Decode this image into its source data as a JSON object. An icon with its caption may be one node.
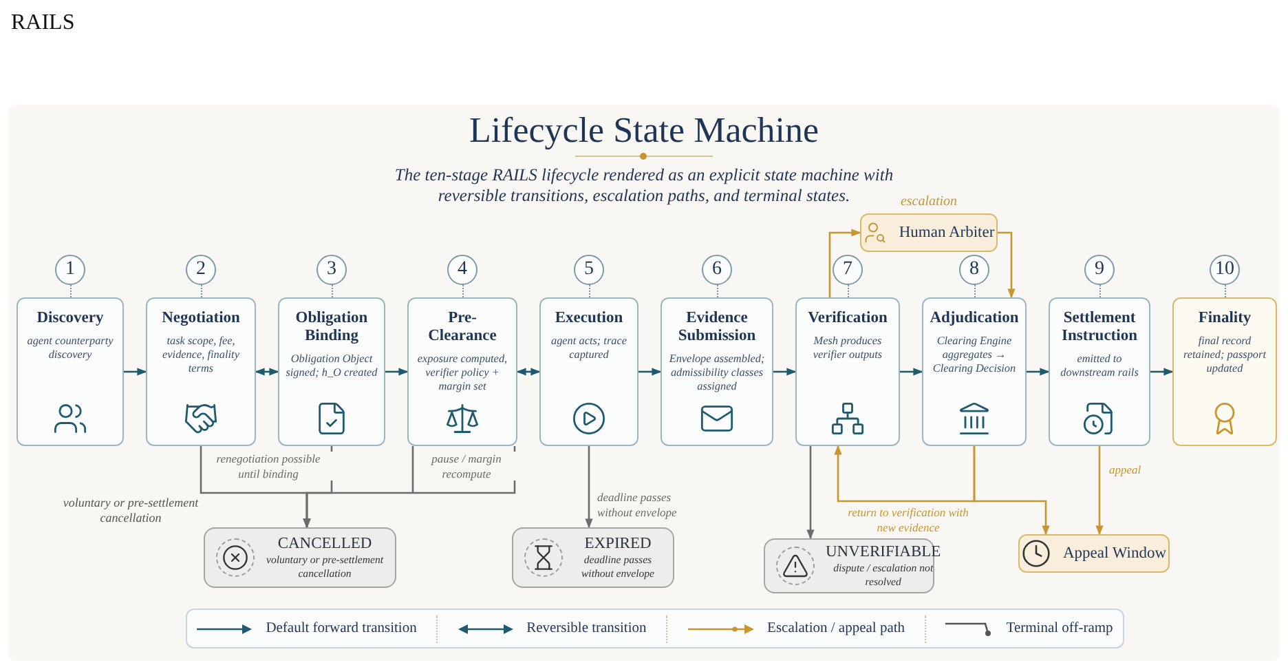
{
  "diagram": {
    "title": "Lifecycle State Machine",
    "nodes": [
      {
        "text": [
          "Discovery",
          "agent counterparty discovery"
        ],
        "beside": [
          "1"
        ]
      },
      {
        "text": [
          "Negotiation",
          "task scope, fee, evidence, finality terms"
        ],
        "beside": [
          "2"
        ]
      },
      {
        "text": [
          "Obligation Binding",
          "Obligation Object signed; h_O created"
        ],
        "beside": [
          "3"
        ]
      },
      {
        "text": [
          "Pre-Clearance",
          "exposure computed, verifier policy + margin set"
        ],
        "beside": [
          "4"
        ]
      },
      {
        "text": [
          "Execution",
          "agent acts; trace captured"
        ],
        "beside": [
          "5"
        ]
      },
      {
        "text": [
          "Evidence Submission",
          "Envelope assembled; admissibility classes assigned"
        ],
        "beside": [
          "6"
        ]
      },
      {
        "text": [
          "Verification",
          "Mesh produces verifier outputs"
        ],
        "beside": [
          "7"
        ]
      },
      {
        "text": [
          "Adjudication",
          "Clearing Engine aggregates → Clearing Decision"
        ],
        "beside": [
          "8"
        ]
      },
      {
        "text": [
          "Settlement Instruction",
          "emitted to downstream rails"
        ],
        "beside": [
          "9"
        ]
      },
      {
        "text": [
          "Finality",
          "final record retained; passport updated"
        ],
        "beside": [
          "10"
        ]
      },
      {
        "text": [
          "Human Arbiter"
        ],
        "beside": [
          "escalation"
        ]
      },
      {
        "text": [
          "CANCELLED",
          "voluntary or pre-settlement cancellation"
        ]
      },
      {
        "text": [
          "EXPIRED",
          "deadline passes without envelope"
        ]
      },
      {
        "text": [
          "UNVERIFIABLE",
          "dispute / escalation not resolved"
        ]
      },
      {
        "text": [
          "Appeal Window"
        ]
      }
    ],
    "edges": [
      {
        "from": 0,
        "to": 1,
        "arrow": "to"
      },
      {
        "from": 1,
        "to": 2,
        "arrow": "both"
      },
      {
        "from": 2,
        "to": 3,
        "arrow": "to"
      },
      {
        "from": 3,
        "to": 4,
        "arrow": "both"
      },
      {
        "from": 4,
        "to": 5,
        "arrow": "to"
      },
      {
        "from": 5,
        "to": 6,
        "arrow": "to"
      },
      {
        "from": 6,
        "to": 7,
        "arrow": "to"
      },
      {
        "from": 7,
        "to": 8,
        "arrow": "to"
      },
      {
        "from": 8,
        "to": 9,
        "arrow": "to"
      },
      {
        "from": 6,
        "to": 10,
        "arrow": "to",
        "color": "#c8962e"
      },
      {
        "from": 10,
        "to": 7,
        "arrow": "to",
        "color": "#c8962e"
      },
      {
        "from": 1,
        "to": 11,
        "arrow": "to",
        "color": "#6b6b6b",
        "label": "renegotiation possible until binding"
      },
      {
        "from": 2,
        "to": 11,
        "arrow": "to",
        "color": "#6b6b6b"
      },
      {
        "from": 3,
        "to": 11,
        "arrow": "to",
        "color": "#6b6b6b",
        "label": "pause / margin recompute"
      },
      {
        "from": 4,
        "to": 12,
        "arrow": "to",
        "color": "#6b6b6b",
        "label": "deadline passes without envelope"
      },
      {
        "from": 6,
        "to": 13,
        "arrow": "to",
        "color": "#6b6b6b"
      },
      {
        "from": 7,
        "to": 6,
        "arrow": "to",
        "color": "#c8962e",
        "label": "return to verification with new evidence"
      },
      {
        "from": 7,
        "to": 14,
        "arrow": "to",
        "color": "#c8962e"
      },
      {
        "from": 8,
        "to": 14,
        "arrow": "to",
        "color": "#c8962e",
        "label": "appeal"
      }
    ],
    "labels": [
      "RAILS",
      "The ten-stage RAILS lifecycle rendered as an explicit state machine with reversible transitions, escalation paths, and terminal states.",
      "voluntary or pre-settlement cancellation"
    ],
    "legend": [
      {
        "text": "Default forward transition"
      },
      {
        "text": "Reversible transition"
      },
      {
        "text": "Escalation / appeal path"
      },
      {
        "text": "Terminal off-ramp"
      }
    ]
  }
}
